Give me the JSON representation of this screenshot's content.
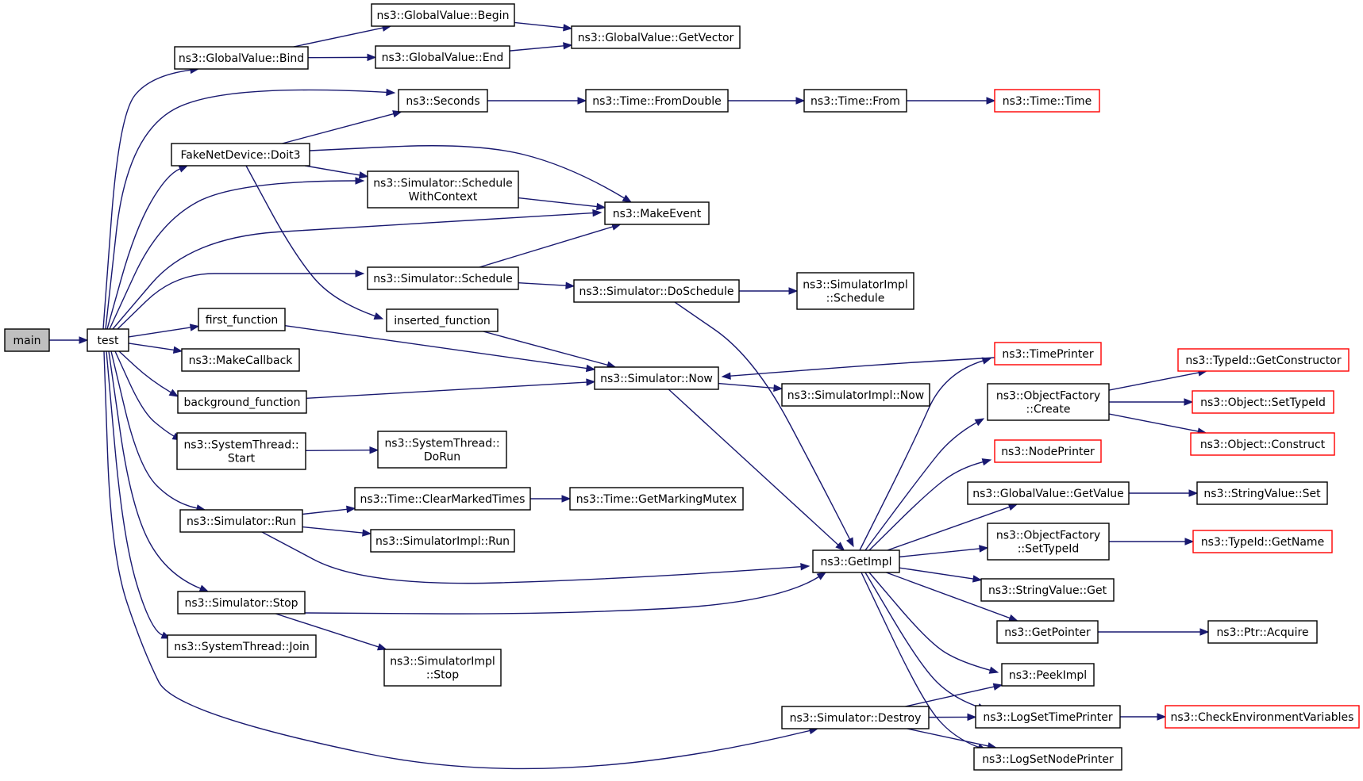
{
  "colors": {
    "edge": "#191970",
    "node_border": "#000000",
    "external_border": "#ff0000",
    "root_fill": "#bfbfbf"
  },
  "nodes": {
    "main": {
      "lines": [
        "main"
      ],
      "role": "root"
    },
    "test": {
      "lines": [
        "test"
      ]
    },
    "gv_bind": {
      "lines": [
        "ns3::GlobalValue::Bind"
      ]
    },
    "gv_begin": {
      "lines": [
        "ns3::GlobalValue::Begin"
      ]
    },
    "gv_end": {
      "lines": [
        "ns3::GlobalValue::End"
      ]
    },
    "gv_getvector": {
      "lines": [
        "ns3::GlobalValue::GetVector"
      ]
    },
    "seconds": {
      "lines": [
        "ns3::Seconds"
      ]
    },
    "time_fromdouble": {
      "lines": [
        "ns3::Time::FromDouble"
      ]
    },
    "time_from": {
      "lines": [
        "ns3::Time::From"
      ]
    },
    "time_time": {
      "lines": [
        "ns3::Time::Time"
      ],
      "role": "external"
    },
    "fake_doit3": {
      "lines": [
        "FakeNetDevice::Doit3"
      ]
    },
    "sim_schedwc": {
      "lines": [
        "ns3::Simulator::Schedule",
        "WithContext"
      ]
    },
    "makeevent": {
      "lines": [
        "ns3::MakeEvent"
      ]
    },
    "sim_schedule": {
      "lines": [
        "ns3::Simulator::Schedule"
      ]
    },
    "sim_doschedule": {
      "lines": [
        "ns3::Simulator::DoSchedule"
      ]
    },
    "simimpl_schedule": {
      "lines": [
        "ns3::SimulatorImpl",
        "::Schedule"
      ]
    },
    "first_function": {
      "lines": [
        "first_function"
      ]
    },
    "inserted_function": {
      "lines": [
        "inserted_function"
      ]
    },
    "makecallback": {
      "lines": [
        "ns3::MakeCallback"
      ]
    },
    "sim_now": {
      "lines": [
        "ns3::Simulator::Now"
      ]
    },
    "simimpl_now": {
      "lines": [
        "ns3::SimulatorImpl::Now"
      ]
    },
    "background_function": {
      "lines": [
        "background_function"
      ]
    },
    "st_start": {
      "lines": [
        "ns3::SystemThread::",
        "Start"
      ]
    },
    "st_dorun": {
      "lines": [
        "ns3::SystemThread::",
        "DoRun"
      ]
    },
    "sim_run": {
      "lines": [
        "ns3::Simulator::Run"
      ]
    },
    "time_clearmarked": {
      "lines": [
        "ns3::Time::ClearMarkedTimes"
      ]
    },
    "time_getmarkingmutex": {
      "lines": [
        "ns3::Time::GetMarkingMutex"
      ]
    },
    "simimpl_run": {
      "lines": [
        "ns3::SimulatorImpl::Run"
      ]
    },
    "sim_stop": {
      "lines": [
        "ns3::Simulator::Stop"
      ]
    },
    "simimpl_stop": {
      "lines": [
        "ns3::SimulatorImpl",
        "::Stop"
      ]
    },
    "st_join": {
      "lines": [
        "ns3::SystemThread::Join"
      ]
    },
    "sim_destroy": {
      "lines": [
        "ns3::Simulator::Destroy"
      ]
    },
    "getimpl": {
      "lines": [
        "ns3::GetImpl"
      ]
    },
    "timeprinter": {
      "lines": [
        "ns3::TimePrinter"
      ],
      "role": "external"
    },
    "of_create": {
      "lines": [
        "ns3::ObjectFactory",
        "::Create"
      ]
    },
    "typeid_getconstructor": {
      "lines": [
        "ns3::TypeId::GetConstructor"
      ],
      "role": "external"
    },
    "object_settypeid": {
      "lines": [
        "ns3::Object::SetTypeId"
      ],
      "role": "external"
    },
    "object_construct": {
      "lines": [
        "ns3::Object::Construct"
      ],
      "role": "external"
    },
    "nodeprinter": {
      "lines": [
        "ns3::NodePrinter"
      ],
      "role": "external"
    },
    "gv_getvalue": {
      "lines": [
        "ns3::GlobalValue::GetValue"
      ]
    },
    "stringvalue_set": {
      "lines": [
        "ns3::StringValue::Set"
      ]
    },
    "of_settypeid": {
      "lines": [
        "ns3::ObjectFactory",
        "::SetTypeId"
      ]
    },
    "typeid_getname": {
      "lines": [
        "ns3::TypeId::GetName"
      ],
      "role": "external"
    },
    "stringvalue_get": {
      "lines": [
        "ns3::StringValue::Get"
      ]
    },
    "getpointer": {
      "lines": [
        "ns3::GetPointer"
      ]
    },
    "ptr_acquire": {
      "lines": [
        "ns3::Ptr::Acquire"
      ]
    },
    "peekimpl": {
      "lines": [
        "ns3::PeekImpl"
      ]
    },
    "logsettimeprinter": {
      "lines": [
        "ns3::LogSetTimePrinter"
      ]
    },
    "checkenv": {
      "lines": [
        "ns3::CheckEnvironmentVariables"
      ],
      "role": "external"
    },
    "logsetnodeprinter": {
      "lines": [
        "ns3::LogSetNodePrinter"
      ]
    }
  },
  "edges": [
    [
      "main",
      "test"
    ],
    [
      "test",
      "gv_bind"
    ],
    [
      "test",
      "seconds"
    ],
    [
      "test",
      "fake_doit3"
    ],
    [
      "test",
      "sim_schedwc"
    ],
    [
      "test",
      "makeevent"
    ],
    [
      "test",
      "sim_schedule"
    ],
    [
      "test",
      "first_function"
    ],
    [
      "test",
      "makecallback"
    ],
    [
      "test",
      "background_function"
    ],
    [
      "test",
      "st_start"
    ],
    [
      "test",
      "sim_run"
    ],
    [
      "test",
      "sim_stop"
    ],
    [
      "test",
      "st_join"
    ],
    [
      "test",
      "sim_destroy"
    ],
    [
      "gv_bind",
      "gv_begin"
    ],
    [
      "gv_bind",
      "gv_end"
    ],
    [
      "gv_begin",
      "gv_getvector"
    ],
    [
      "gv_end",
      "gv_getvector"
    ],
    [
      "seconds",
      "time_fromdouble"
    ],
    [
      "time_fromdouble",
      "time_from"
    ],
    [
      "time_from",
      "time_time"
    ],
    [
      "fake_doit3",
      "seconds"
    ],
    [
      "fake_doit3",
      "sim_schedwc"
    ],
    [
      "fake_doit3",
      "makeevent"
    ],
    [
      "fake_doit3",
      "inserted_function"
    ],
    [
      "sim_schedwc",
      "makeevent"
    ],
    [
      "sim_schedule",
      "makeevent"
    ],
    [
      "sim_schedule",
      "sim_doschedule"
    ],
    [
      "sim_doschedule",
      "simimpl_schedule"
    ],
    [
      "sim_doschedule",
      "getimpl"
    ],
    [
      "first_function",
      "sim_now"
    ],
    [
      "inserted_function",
      "sim_now"
    ],
    [
      "background_function",
      "sim_now"
    ],
    [
      "sim_now",
      "simimpl_now"
    ],
    [
      "sim_now",
      "getimpl"
    ],
    [
      "timeprinter",
      "sim_now"
    ],
    [
      "st_start",
      "st_dorun"
    ],
    [
      "sim_run",
      "time_clearmarked"
    ],
    [
      "sim_run",
      "simimpl_run"
    ],
    [
      "sim_run",
      "getimpl"
    ],
    [
      "time_clearmarked",
      "time_getmarkingmutex"
    ],
    [
      "sim_stop",
      "getimpl"
    ],
    [
      "sim_stop",
      "simimpl_stop"
    ],
    [
      "sim_destroy",
      "peekimpl"
    ],
    [
      "sim_destroy",
      "logsettimeprinter"
    ],
    [
      "sim_destroy",
      "logsetnodeprinter"
    ],
    [
      "getimpl",
      "timeprinter"
    ],
    [
      "getimpl",
      "of_create"
    ],
    [
      "getimpl",
      "nodeprinter"
    ],
    [
      "getimpl",
      "gv_getvalue"
    ],
    [
      "getimpl",
      "of_settypeid"
    ],
    [
      "getimpl",
      "stringvalue_get"
    ],
    [
      "getimpl",
      "getpointer"
    ],
    [
      "getimpl",
      "peekimpl"
    ],
    [
      "getimpl",
      "logsettimeprinter"
    ],
    [
      "getimpl",
      "logsetnodeprinter"
    ],
    [
      "of_create",
      "typeid_getconstructor"
    ],
    [
      "of_create",
      "object_settypeid"
    ],
    [
      "of_create",
      "object_construct"
    ],
    [
      "gv_getvalue",
      "stringvalue_set"
    ],
    [
      "of_settypeid",
      "typeid_getname"
    ],
    [
      "getpointer",
      "ptr_acquire"
    ],
    [
      "logsettimeprinter",
      "checkenv"
    ]
  ]
}
